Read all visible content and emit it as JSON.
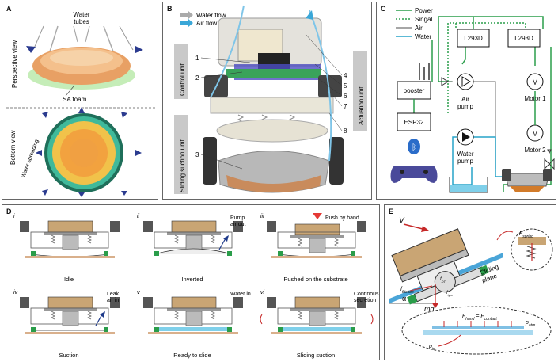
{
  "panelA": {
    "label": "A",
    "perspective_view": "Perspective view",
    "bottom_view": "Bottom view",
    "water_tubes": "Water\ntubes",
    "sa_foam": "SA foam",
    "water_spreading": "Water spreading"
  },
  "panelB": {
    "label": "B",
    "legend_water": "Water flow",
    "legend_air": "Air flow",
    "control_unit": "Control unit",
    "actuation_unit": "Actuation unit",
    "sliding_suction_unit": "Sliding suction unit",
    "numbers": [
      "1",
      "2",
      "3",
      "4",
      "5",
      "6",
      "7",
      "8"
    ]
  },
  "panelC": {
    "label": "C",
    "legend": [
      {
        "name": "Power",
        "color": "#2a9d4a",
        "dash": false
      },
      {
        "name": "Singal",
        "color": "#2a9d4a",
        "dash": true
      },
      {
        "name": "Air",
        "color": "#888888",
        "dash": false
      },
      {
        "name": "Water",
        "color": "#27a4c9",
        "dash": false
      }
    ],
    "l293d_1": "L293D",
    "l293d_2": "L293D",
    "booster": "booster",
    "esp32": "ESP32",
    "air_pump": "Air\npump",
    "water_pump": "Water\npump",
    "motor1": "Motor 1",
    "motor2": "Motor 2",
    "m": "M"
  },
  "panelD": {
    "label": "D",
    "steps": [
      {
        "num": "i",
        "caption": "Idle",
        "note": ""
      },
      {
        "num": "ii",
        "caption": "Inverted",
        "note": "Pump\nair out"
      },
      {
        "num": "iii",
        "caption": "Pushed on the substrate",
        "note": "Push by hand"
      },
      {
        "num": "iv",
        "caption": "Suction",
        "note": "Leak\nair in"
      },
      {
        "num": "v",
        "caption": "Ready to slide",
        "note": "Water in"
      },
      {
        "num": "vi",
        "caption": "Sliding suction",
        "note": "Continous\nsecretion"
      }
    ]
  },
  "panelE": {
    "label": "E",
    "v": "V",
    "f_spring": "F",
    "f_spring_sub": "spring",
    "f_friction": "f",
    "f_friction_sub": "friction",
    "f_dt": "f",
    "f_dt_sub": "DT",
    "f_tyre": "f",
    "f_tyre_sub": "tyre",
    "mg": "mg",
    "alpha": "α",
    "sliding_plane": "Sliding\nplane",
    "eq_lhs": "F",
    "eq_lhs_sub": "hand",
    "eq_rhs": "F",
    "eq_rhs_sub": "contact",
    "p_atm": "p",
    "p_atm_sub": "atm",
    "p_in": "p",
    "p_in_sub": "in"
  }
}
